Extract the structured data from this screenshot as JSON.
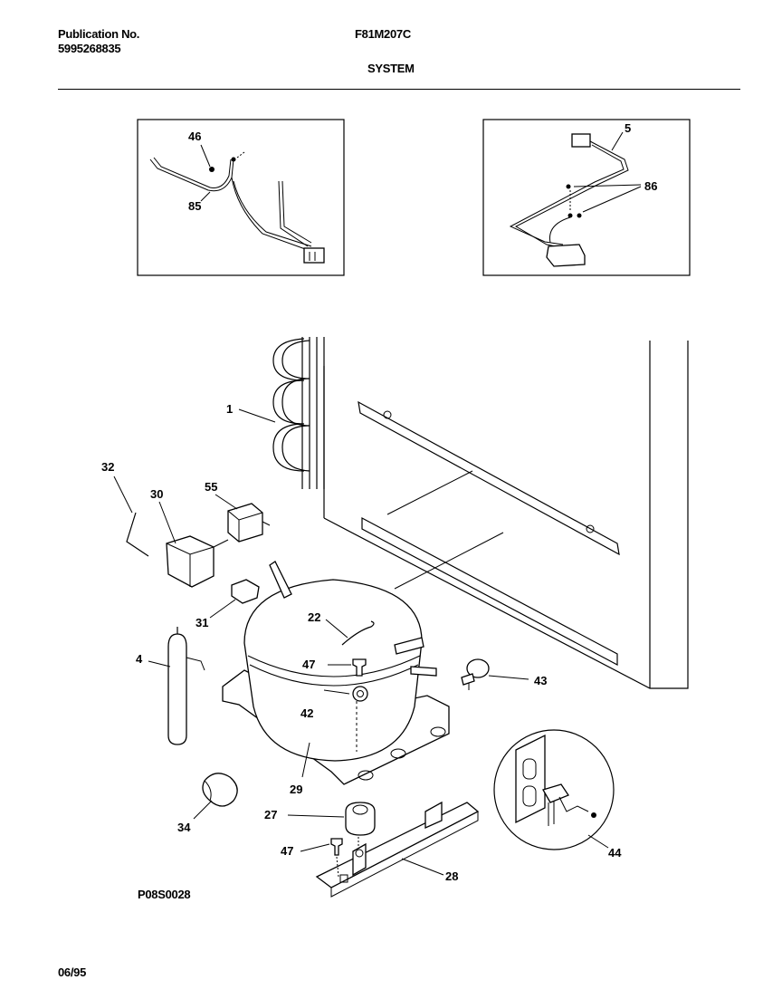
{
  "header": {
    "publication_label": "Publication No.",
    "publication_number": "5995268835",
    "model": "F81M207C",
    "section_title": "SYSTEM"
  },
  "footer": {
    "drawing_id": "P08S0028",
    "date": "06/95"
  },
  "callouts": {
    "c46": "46",
    "c85": "85",
    "c5": "5",
    "c86": "86",
    "c1": "1",
    "c32": "32",
    "c30": "30",
    "c55": "55",
    "c31": "31",
    "c22": "22",
    "c4": "4",
    "c47a": "47",
    "c43": "43",
    "c42": "42",
    "c29": "29",
    "c34": "34",
    "c27": "27",
    "c47b": "47",
    "c28": "28",
    "c44": "44"
  }
}
